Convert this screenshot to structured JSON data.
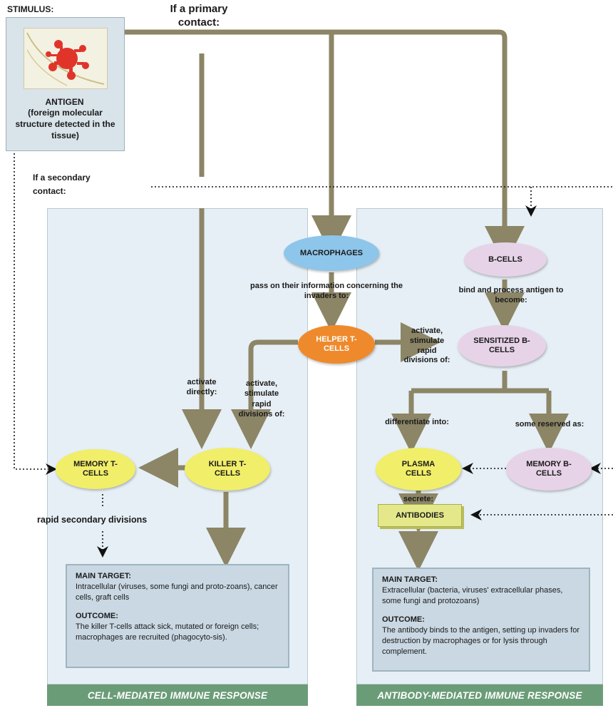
{
  "stimulus": {
    "heading": "STIMULUS:",
    "antigen_title": "ANTIGEN",
    "antigen_desc": "(foreign molecular structure detected in the tissue)"
  },
  "contacts": {
    "primary": "If a primary contact:",
    "secondary": "If a secondary contact:"
  },
  "cells": {
    "macrophages": "MACROPHAGES",
    "b_cells": "B-CELLS",
    "helper_t": "HELPER T-CELLS",
    "sensitized_b": "SENSITIZED B-CELLS",
    "memory_t": "MEMORY T-CELLS",
    "killer_t": "KILLER T-CELLS",
    "plasma": "PLASMA CELLS",
    "memory_b": "MEMORY B-CELLS",
    "antibodies": "ANTIBODIES"
  },
  "labels": {
    "pass_on": "pass on their information concerning the invaders to:",
    "bind_process": "bind and process antigen to become:",
    "activate_stimulate_right": "activate, stimulate rapid divisions of:",
    "activate_directly": "activate directly:",
    "activate_stimulate_left": "activate, stimulate rapid divisions of:",
    "differentiate": "differentiate into:",
    "reserved": "some reserved as:",
    "rapid_secondary": "rapid secondary divisions",
    "secrete": "secrete:"
  },
  "left_box": {
    "target_heading": "MAIN TARGET:",
    "target_text": "Intracellular (viruses, some fungi and proto-zoans), cancer cells, graft cells",
    "outcome_heading": "OUTCOME:",
    "outcome_text": "The killer T-cells attack sick, mutated or foreign cells; macrophages are recruited (phagocyto-sis)."
  },
  "right_box": {
    "target_heading": "MAIN TARGET:",
    "target_text": "Extracellular (bacteria, viruses' extracellular phases, some fungi and protozoans)",
    "outcome_heading": "OUTCOME:",
    "outcome_text": "The antibody binds to the antigen, setting up invaders for destruction by macrophages or for lysis through complement."
  },
  "footers": {
    "left": "CELL-MEDIATED IMMUNE RESPONSE",
    "right": "ANTIBODY-MEDIATED IMMUNE RESPONSE"
  },
  "colors": {
    "pipe": "#8c8566",
    "panel_bg": "#e6eff5",
    "footer_green": "#6b9c78",
    "macrophage_blue": "#8ec5ea",
    "helper_orange": "#ee8a2c",
    "bcell_pink": "#e7d3e8",
    "tcell_yellow": "#f1ee6a",
    "antigen_red": "#e0342b"
  }
}
